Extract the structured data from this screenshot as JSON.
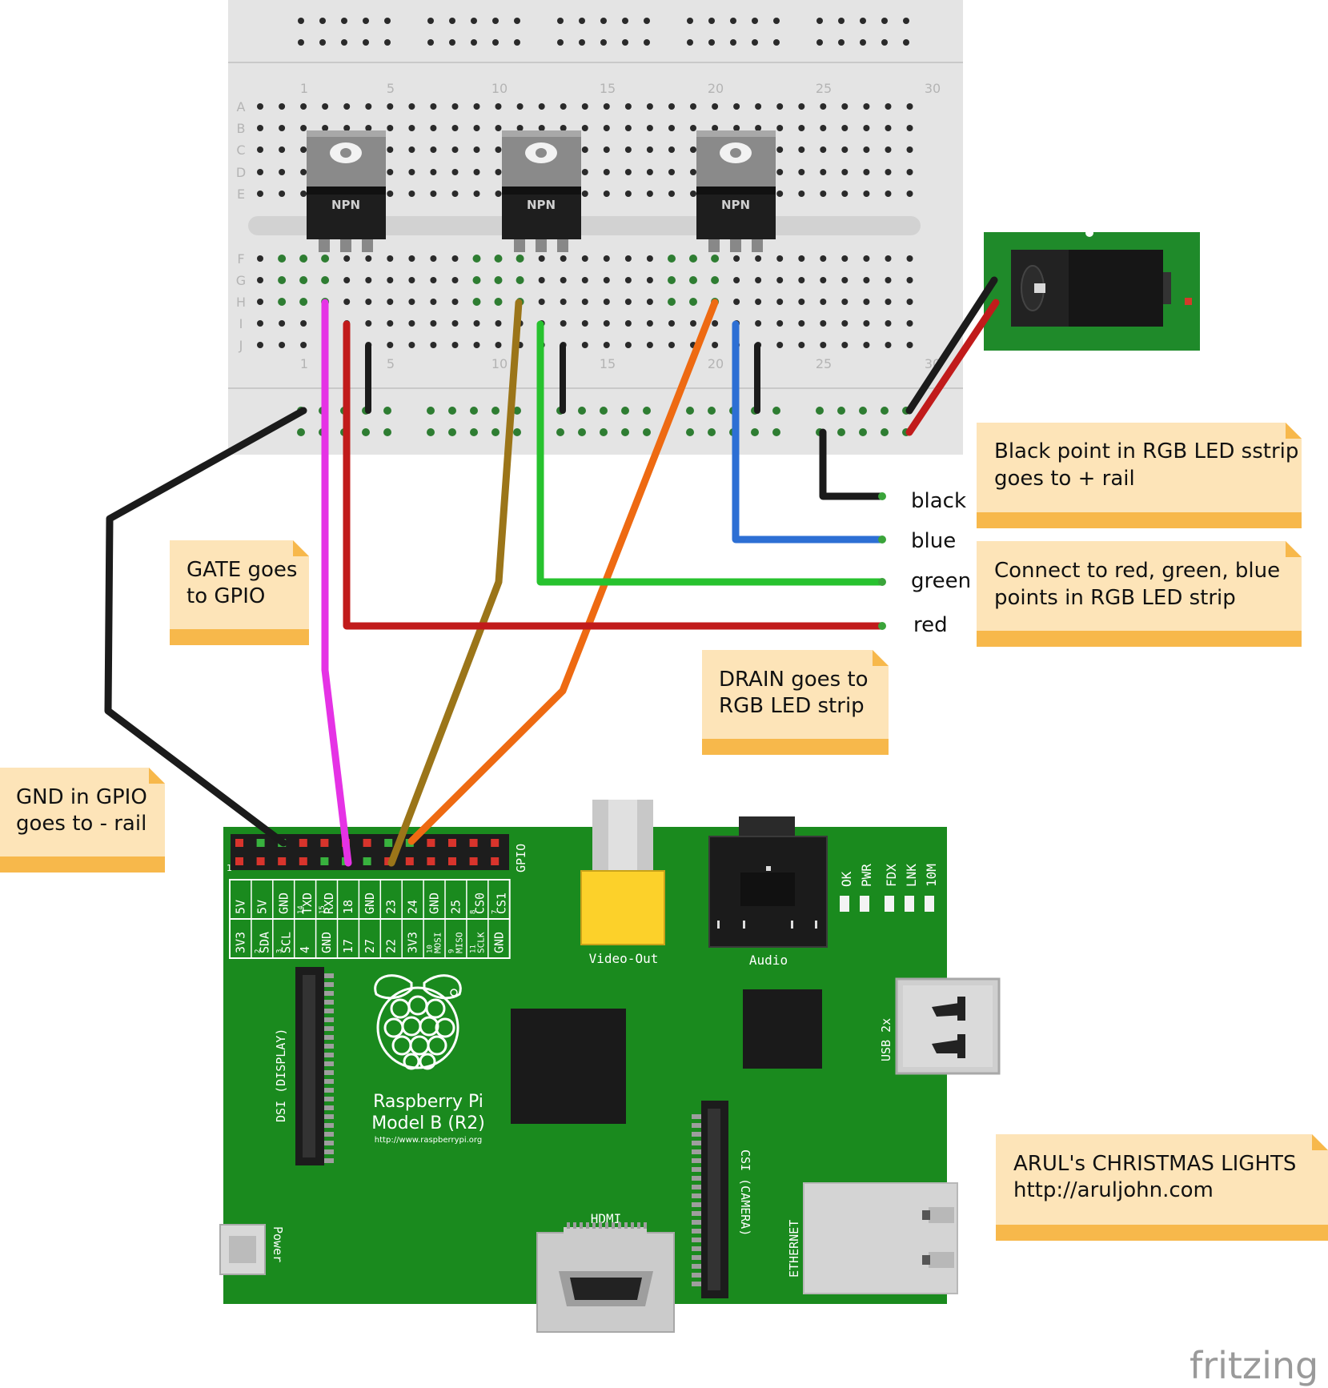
{
  "breadboard": {
    "column_numbers": [
      "1",
      "5",
      "10",
      "15",
      "20",
      "25",
      "30"
    ],
    "row_letters_top": [
      "A",
      "B",
      "C",
      "D",
      "E"
    ],
    "row_letters_bottom": [
      "F",
      "G",
      "H",
      "I",
      "J"
    ]
  },
  "transistors": [
    {
      "label": "NPN"
    },
    {
      "label": "NPN"
    },
    {
      "label": "NPN"
    }
  ],
  "wire_labels": {
    "black": "black",
    "blue": "blue",
    "green": "green",
    "red": "red"
  },
  "notes": {
    "black_point": {
      "line1": "Black point in RGB LED sstrip",
      "line2": "goes to + rail"
    },
    "connect_rgb": {
      "line1": "Connect to red, green, blue",
      "line2": "points in RGB LED strip"
    },
    "gate": {
      "line1": "GATE goes",
      "line2": "to GPIO"
    },
    "drain": {
      "line1": "DRAIN goes to",
      "line2": "RGB LED strip"
    },
    "gnd": {
      "line1": "GND in GPIO",
      "line2": "goes to - rail"
    },
    "credit": {
      "line1": "ARUL's CHRISTMAS LIGHTS",
      "line2": "http://aruljohn.com"
    }
  },
  "raspberry_pi": {
    "name_line1": "Raspberry Pi",
    "name_line2": "Model B (R2)",
    "url": "http://www.raspberrypi.org",
    "gpio_label": "GPIO",
    "video_out": "Video-Out",
    "audio": "Audio",
    "usb": "USB 2x",
    "ethernet": "ETHERNET",
    "hdmi": "HDMI",
    "power": "Power",
    "dsi": "DSI (DISPLAY)",
    "csi": "CSI (CAMERA)",
    "leds": [
      "OK",
      "PWR",
      "FDX",
      "LNK",
      "10M"
    ],
    "pin_one_marker": "1",
    "header_top": [
      {
        "main": "5V",
        "sub": ""
      },
      {
        "main": "5V",
        "sub": ""
      },
      {
        "main": "GND",
        "sub": ""
      },
      {
        "main": "TXD",
        "sub": "14"
      },
      {
        "main": "RXD",
        "sub": "15"
      },
      {
        "main": "18",
        "sub": ""
      },
      {
        "main": "GND",
        "sub": ""
      },
      {
        "main": "23",
        "sub": ""
      },
      {
        "main": "24",
        "sub": ""
      },
      {
        "main": "GND",
        "sub": ""
      },
      {
        "main": "25",
        "sub": ""
      },
      {
        "main": "CS0",
        "sub": "8"
      },
      {
        "main": "CS1",
        "sub": "7"
      }
    ],
    "header_bottom": [
      {
        "main": "3V3",
        "sub": ""
      },
      {
        "main": "SDA",
        "sub": "2"
      },
      {
        "main": "SCL",
        "sub": "3"
      },
      {
        "main": "4",
        "sub": ""
      },
      {
        "main": "GND",
        "sub": ""
      },
      {
        "main": "17",
        "sub": ""
      },
      {
        "main": "27",
        "sub": ""
      },
      {
        "main": "22",
        "sub": ""
      },
      {
        "main": "3V3",
        "sub": ""
      },
      {
        "main": "MOSI",
        "sub": "10"
      },
      {
        "main": "MISO",
        "sub": "9"
      },
      {
        "main": "SCLK",
        "sub": "11"
      },
      {
        "main": "GND",
        "sub": ""
      }
    ]
  },
  "brand": "fritzing",
  "colors": {
    "pcb_green": "#1a8a1e",
    "breadboard": "#e4e4e4",
    "note_fill": "#fde4b8",
    "note_bar": "#f7b84b",
    "wire_black": "#1b1b1b",
    "wire_red": "#c11b1b",
    "wire_green": "#27c22e",
    "wire_blue": "#2d6fd4",
    "wire_magenta": "#e532e5",
    "wire_olive": "#9b7519",
    "wire_orange": "#ee6a12"
  }
}
